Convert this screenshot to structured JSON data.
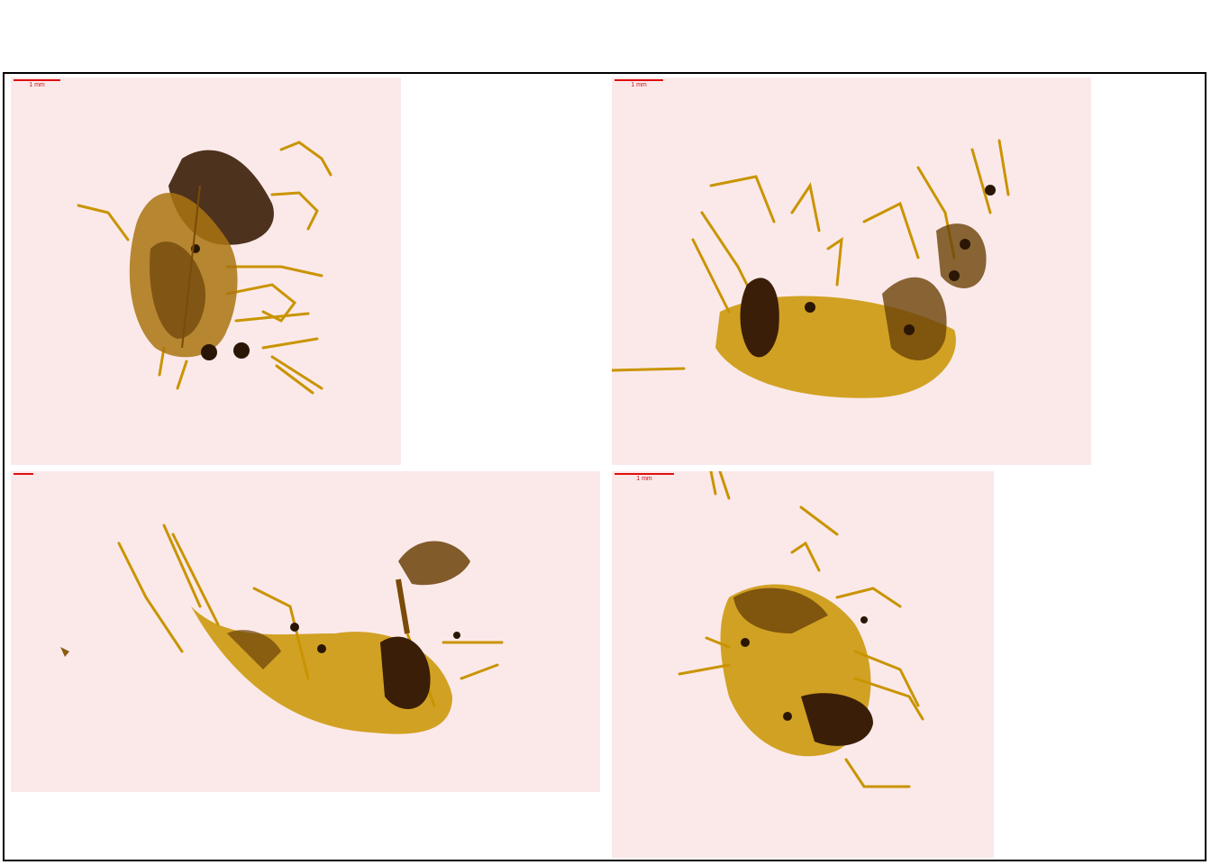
{
  "panels": [
    {
      "id": "top-left",
      "scale_label": "1 mm"
    },
    {
      "id": "top-right",
      "scale_label": "1 mm"
    },
    {
      "id": "bottom-left",
      "scale_label": ""
    },
    {
      "id": "bottom-right",
      "scale_label": "1 mm"
    }
  ],
  "colors": {
    "background": "#fbe9ea",
    "specimen_dark": "#3a1e08",
    "specimen_mid": "#8a5a10",
    "specimen_light": "#d8a200",
    "scale_bar": "#e01010"
  }
}
